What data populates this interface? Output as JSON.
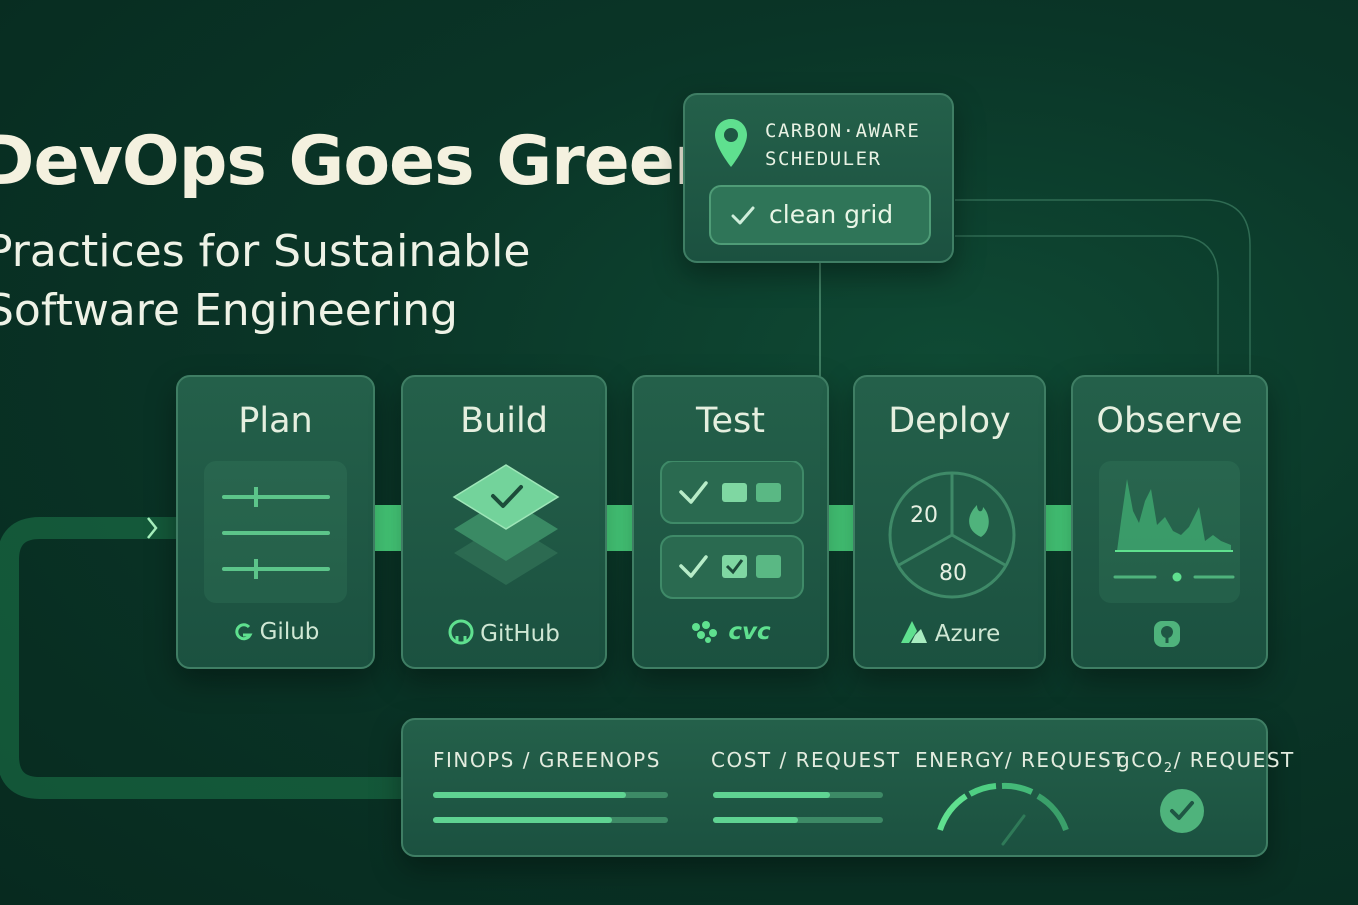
{
  "hero": {
    "title": "DevOps Goes Green",
    "subtitle_line1": "Practices for Sustainable",
    "subtitle_line2": "Software Engineering"
  },
  "scheduler": {
    "title_line1": "CARBON·AWARE",
    "title_line2": "SCHEDULER",
    "status": "clean grid",
    "icon": "location-pin-icon"
  },
  "stages": [
    {
      "title": "Plan",
      "tool": "Gilub",
      "icon": "sliders-icon"
    },
    {
      "title": "Build",
      "tool": "GitHub",
      "icon": "layers-check-icon"
    },
    {
      "title": "Test",
      "tool": "cvc",
      "icon": "checklist-icon"
    },
    {
      "title": "Deploy",
      "tool": "Azure",
      "icon": "pie-gauge-icon",
      "values": {
        "top": "20",
        "bottom": "80"
      }
    },
    {
      "title": "Observe",
      "tool": "",
      "icon": "area-chart-icon"
    }
  ],
  "metrics": {
    "finops_label": "FINOPS / GREENOPS",
    "finops_bars": [
      0.82,
      0.76
    ],
    "cost_label": "COST  / REQUEST",
    "cost_bars": [
      0.69,
      0.5
    ],
    "energy_label": "ENERGY/ REQUEST",
    "co2_label_prefix": "gCO",
    "co2_label_sub": "2",
    "co2_label_suffix": "/ REQUEST"
  },
  "colors": {
    "background": "#0a3527",
    "accent": "#5fe08f",
    "card": "#1f5744",
    "border": "#3f7e64"
  }
}
